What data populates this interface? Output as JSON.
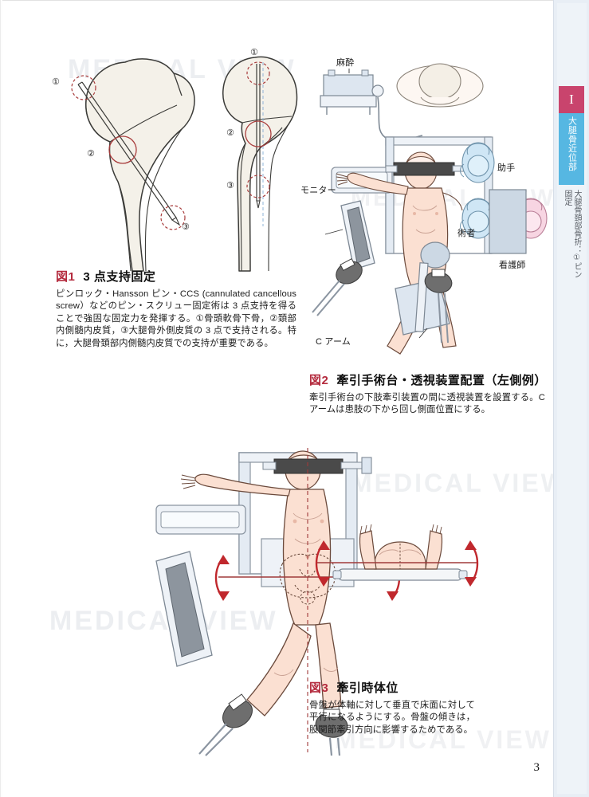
{
  "page": {
    "number": "3",
    "watermark_text": "MEDICAL VIEW",
    "background": "#ffffff"
  },
  "index_rail": {
    "chapter_marker": "I",
    "chapter_color": "#c9446d",
    "section_label": "大腿骨近位部",
    "section_color": "#56b7e2",
    "running_head": "大腿骨頚部骨折：①ピン固定"
  },
  "figures": [
    {
      "id": "figure-1",
      "number": "図1",
      "title": "3 点支持固定",
      "body": "ピンロック・Hansson ピン・CCS (cannulated cancellous screw）などのピン・スクリュー固定術は 3 点支持を得ることで強固な固定力を発揮する。①骨頭軟骨下骨，②頚部内側髄内皮質，③大腿骨外側皮質の 3 点で支持される。特に，大腿骨頚部内側髄内皮質での支持が重要である。",
      "markers": [
        "①",
        "②",
        "③",
        "①",
        "②",
        "③"
      ]
    },
    {
      "id": "figure-2",
      "number": "図2",
      "title": "牽引手術台・透視装置配置（左側例）",
      "body": "牽引手術台の下肢牽引装置の間に透視装置を設置する。C アームは患肢の下から回し側面位置にする。",
      "labels": {
        "anesthesia": "麻酔",
        "monitor": "モニター",
        "assistant": "助手",
        "surgeon": "術者",
        "nurse": "看護師",
        "c_arm": "C アーム"
      }
    },
    {
      "id": "figure-3",
      "number": "図3",
      "title": "牽引時体位",
      "body": "骨盤が体軸に対して垂直で床面に対して平行になるようにする。骨盤の傾きは，股関節牽引方向に影響するためである。"
    }
  ],
  "colors": {
    "caption_number": "#b42b3e",
    "bone_fill": "#f4f1e9",
    "bone_stroke": "#3b3b38",
    "marker_circle": "#a83c3c",
    "skin_fill": "#fbe0d2",
    "equipment_fill": "#dde6f0",
    "equipment_stroke": "#7d8894",
    "gown_blue": "#cfe6f5",
    "gown_pink": "#f7d5e2",
    "arrow_red": "#c0282d",
    "axis_red": "#a03a3a"
  }
}
